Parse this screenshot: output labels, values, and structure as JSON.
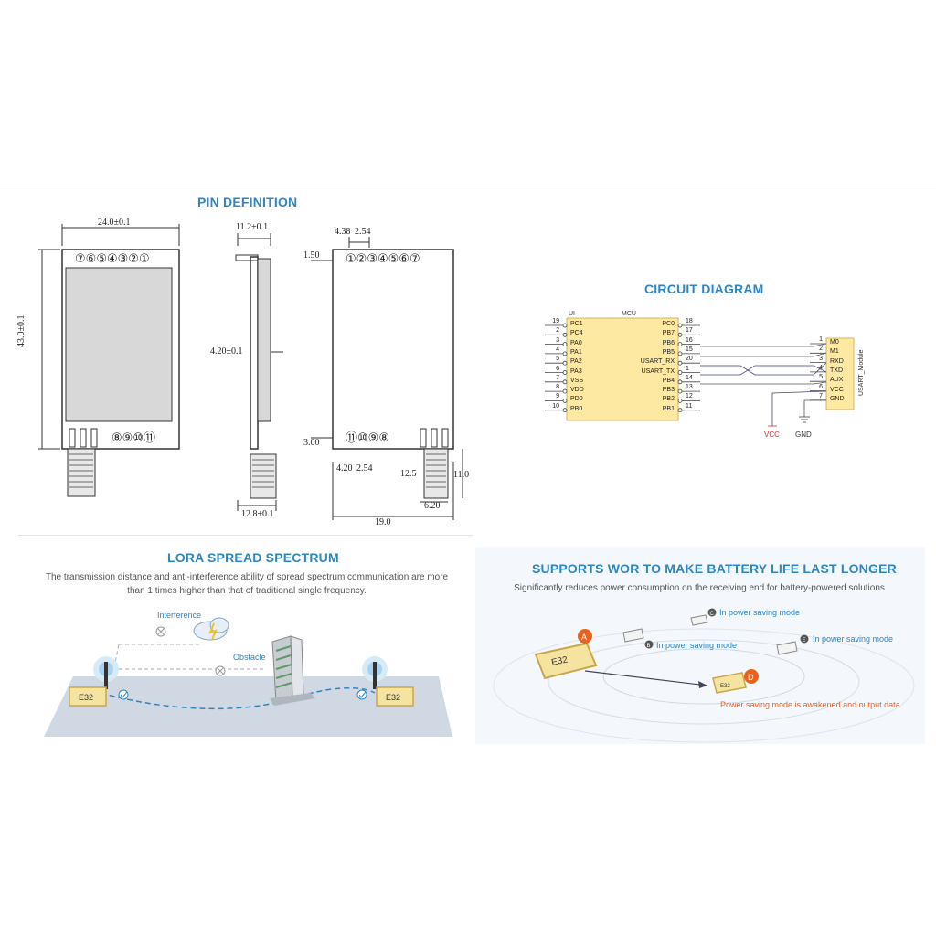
{
  "pin_definition": {
    "title": "PIN DEFINITION",
    "dims": {
      "width_front": "24.0±0.1",
      "height_front": "43.0±0.1",
      "side_top": "11.2±0.1",
      "side_thick": "4.20±0.1",
      "side_bottom": "12.8±0.1",
      "back_pitch_a": "4.38",
      "back_pitch_b": "2.54",
      "back_top": "1.50",
      "back_bottom": "3.00",
      "back_pitch_c": "4.20",
      "back_pitch_d": "2.54",
      "ant_len": "12.5",
      "ant_len2": "11.0",
      "ant_w": "6.20",
      "back_width": "19.0"
    },
    "pins_top": [
      "⑦",
      "⑥",
      "⑤",
      "④",
      "③",
      "②",
      "①"
    ],
    "pins_bottom": [
      "⑧",
      "⑨",
      "⑩",
      "⑪"
    ],
    "back_pins_top": [
      "①",
      "②",
      "③",
      "④",
      "⑤",
      "⑥",
      "⑦"
    ],
    "back_pins_bottom": [
      "⑪",
      "⑩",
      "⑨",
      "⑧"
    ]
  },
  "circuit": {
    "title": "CIRCUIT DIAGRAM",
    "ui_label": "UI",
    "mcu_label": "MCU",
    "left_pins": [
      {
        "num": "19",
        "name": "PC1"
      },
      {
        "num": "2",
        "name": "PC4"
      },
      {
        "num": "3",
        "name": "PA0"
      },
      {
        "num": "4",
        "name": "PA1"
      },
      {
        "num": "5",
        "name": "PA2"
      },
      {
        "num": "6",
        "name": "PA3"
      },
      {
        "num": "7",
        "name": "VSS"
      },
      {
        "num": "8",
        "name": "VDD"
      },
      {
        "num": "9",
        "name": "PD0"
      },
      {
        "num": "10",
        "name": "PB0"
      }
    ],
    "right_pins": [
      {
        "num": "18",
        "name": "PC0"
      },
      {
        "num": "17",
        "name": "PB7"
      },
      {
        "num": "16",
        "name": "PB6"
      },
      {
        "num": "15",
        "name": "PB5"
      },
      {
        "num": "20",
        "name": "USART_RX"
      },
      {
        "num": "1",
        "name": "USART_TX"
      },
      {
        "num": "14",
        "name": "PB4"
      },
      {
        "num": "13",
        "name": "PB3"
      },
      {
        "num": "12",
        "name": "PB2"
      },
      {
        "num": "11",
        "name": "PB1"
      }
    ],
    "module_pins": [
      {
        "num": "1",
        "name": "M0"
      },
      {
        "num": "2",
        "name": "M1"
      },
      {
        "num": "3",
        "name": "RXD"
      },
      {
        "num": "4",
        "name": "TXD"
      },
      {
        "num": "5",
        "name": "AUX"
      },
      {
        "num": "6",
        "name": "VCC"
      },
      {
        "num": "7",
        "name": "GND"
      }
    ],
    "module_label": "USART_Module",
    "vcc_label": "VCC",
    "gnd_label": "GND"
  },
  "lora": {
    "title": "LORA SPREAD SPECTRUM",
    "subtitle_1": "The transmission distance and anti-interference ability of spread spectrum communication are more",
    "subtitle_2": "than 1 times higher than that of traditional single frequency.",
    "interference": "Interference",
    "obstacle": "Obstacle",
    "module_left": "E32",
    "module_right": "E32"
  },
  "wor": {
    "title": "SUPPORTS WOR TO MAKE BATTERY LIFE LAST LONGER",
    "subtitle": "Significantly reduces power consumption on the receiving end for battery-powered solutions",
    "node_a": "A",
    "node_b": "B",
    "node_c": "C",
    "node_d": "D",
    "node_e": "E",
    "label_b": "In power saving mode",
    "label_c": "In power saving mode",
    "label_e": "In power saving mode",
    "label_d": "Power saving mode is awakened and output data",
    "module_a": "E32",
    "module_d": "E32",
    "colors": {
      "accent": "#2e86c1",
      "orange": "#e8631f"
    }
  }
}
